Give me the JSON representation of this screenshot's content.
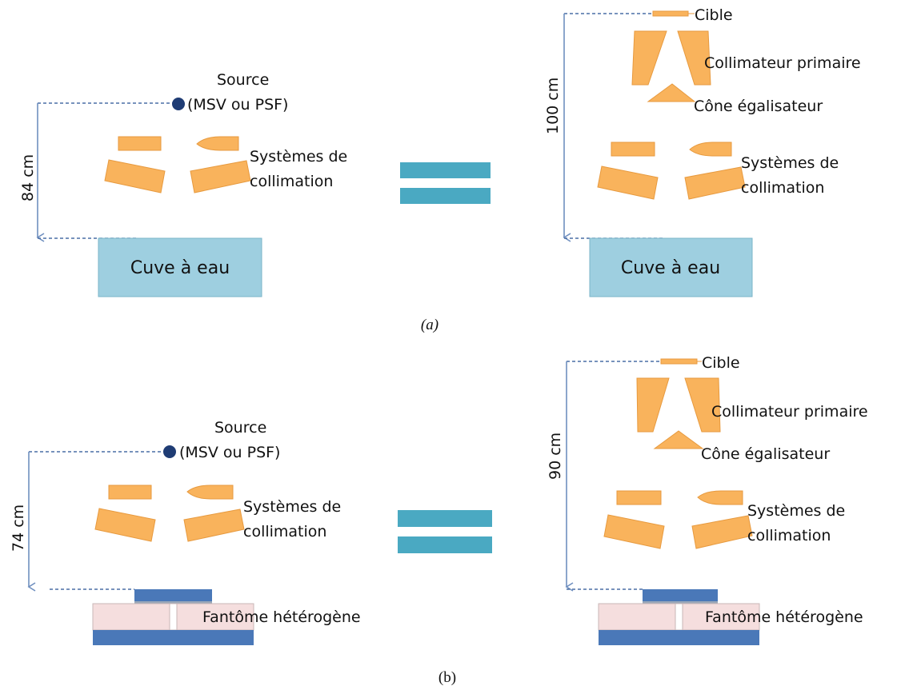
{
  "colors": {
    "collimator": "#f9b35c",
    "collimator_stroke": "#e79a3f",
    "water": "#9ecfe0",
    "water_stroke": "#7bb5c9",
    "equals": "#4aa9c2",
    "source_dot": "#1f3c74",
    "dash": "#4a6fa5",
    "arrow": "#6f8fbf",
    "phantom_blue": "#4a78b8",
    "phantom_pink": "#f5dede",
    "phantom_pink_stroke": "#c9b7b7"
  },
  "panel_a": {
    "caption": "(a)",
    "left": {
      "source_line1": "Source",
      "source_line2": "(MSV ou PSF)",
      "distance": "84 cm",
      "collimation_line1": "Systèmes de",
      "collimation_line2": "collimation",
      "tank": "Cuve à eau"
    },
    "right": {
      "target": "Cible",
      "primary_collimator": "Collimateur primaire",
      "flattening_cone": "Cône égalisateur",
      "distance": "100 cm",
      "collimation_line1": "Systèmes de",
      "collimation_line2": "collimation",
      "tank": "Cuve à eau"
    }
  },
  "panel_b": {
    "caption": "(b)",
    "left": {
      "source_line1": "Source",
      "source_line2": "(MSV ou PSF)",
      "distance": "74 cm",
      "collimation_line1": "Systèmes de",
      "collimation_line2": "collimation",
      "phantom": "Fantôme hétérogène"
    },
    "right": {
      "target": "Cible",
      "primary_collimator": "Collimateur primaire",
      "flattening_cone": "Cône égalisateur",
      "distance": "90 cm",
      "collimation_line1": "Systèmes de",
      "collimation_line2": "collimation",
      "phantom": "Fantôme hétérogène"
    }
  }
}
